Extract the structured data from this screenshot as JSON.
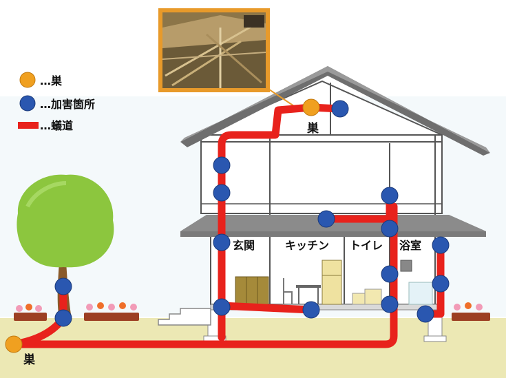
{
  "legend": {
    "items": [
      {
        "marker": "orange-dot",
        "text": "…巣"
      },
      {
        "marker": "blue-dot",
        "text": "…加害箇所"
      },
      {
        "marker": "red-bar",
        "text": "…蟻道"
      }
    ]
  },
  "labels": {
    "attic_nest": "巣",
    "ground_nest": "巣",
    "entrance": "玄関",
    "kitchen": "キッチン",
    "toilet": "トイレ",
    "bath": "浴室"
  },
  "colors": {
    "nest": "#f0a020",
    "damage": "#2a57b0",
    "path": "#e8221c",
    "ground": "#ece8b4",
    "roof": "#6e6e6e",
    "tree": "#8cc63e",
    "photo_frame": "#e89a2a"
  }
}
